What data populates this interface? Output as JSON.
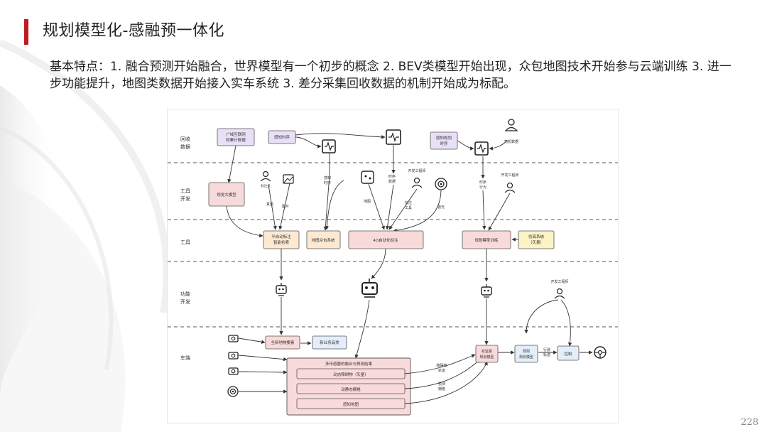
{
  "header": {
    "title": "规划模型化-感融预一体化"
  },
  "description": "基本特点：1. 融合预测开始融合，世界模型有一个初步的概念 2. BEV类模型开始出现，众包地图技术开始参与云端训练  3. 进一步功能提升，地图类数据开始接入实车系统 3. 差分采集回收数据的机制开始成为标配。",
  "page_number": "228",
  "diagram": {
    "rows": {
      "collect": "回收数据",
      "tool_dev": "工具开发",
      "tools": "工具",
      "func_dev": "功能开发",
      "vehicle": "车端"
    },
    "boxes": {
      "internet_data": "广域互联网和累计数据",
      "perception_seq1": "感知时序",
      "perception_seq2": "感知规划时序",
      "big_model": "视觉大模型",
      "semi_auto_label": "半自动标注智能检索",
      "map_crowd": "地图众包系统",
      "auto_label_4d": "4D自动化标注",
      "planning_train": "规划模型训练",
      "sim_system": "仿真系统（矢量）",
      "full_element": "全新地物要素",
      "new_business": "新业务品类",
      "fusion_result": "多传感器的融合与预测结果",
      "dynamic_obstacle": "动态障碍物（矢量）",
      "dynamic_static_grid": "动静态栅格",
      "perception_map": "感知地图",
      "pred_plan_model": "有监督规划模型",
      "rule_model": "规则规划模型",
      "control": "控制"
    },
    "labels": {
      "driver_data": "司机数据",
      "dev_engineer1": "开发工程师",
      "dev_engineer2": "开发工程师",
      "dev_engineer3": "开发工程师",
      "annotator": "标注员",
      "truth": "真值",
      "image": "图片",
      "perception_seq_small": "感知时序",
      "seq_data": "时序数据",
      "map": "地图",
      "label_tool": "标注工具",
      "lidar": "激光",
      "seq_behavior": "时序行为",
      "obstacle_traj": "障碍物轨迹",
      "pred_grid": "预测栅格",
      "path_traj": "行驶轨迹"
    },
    "icons": [
      "camera-icon",
      "radar-icon",
      "robot-icon",
      "waveform-icon",
      "person-icon",
      "steering-wheel-icon"
    ]
  }
}
